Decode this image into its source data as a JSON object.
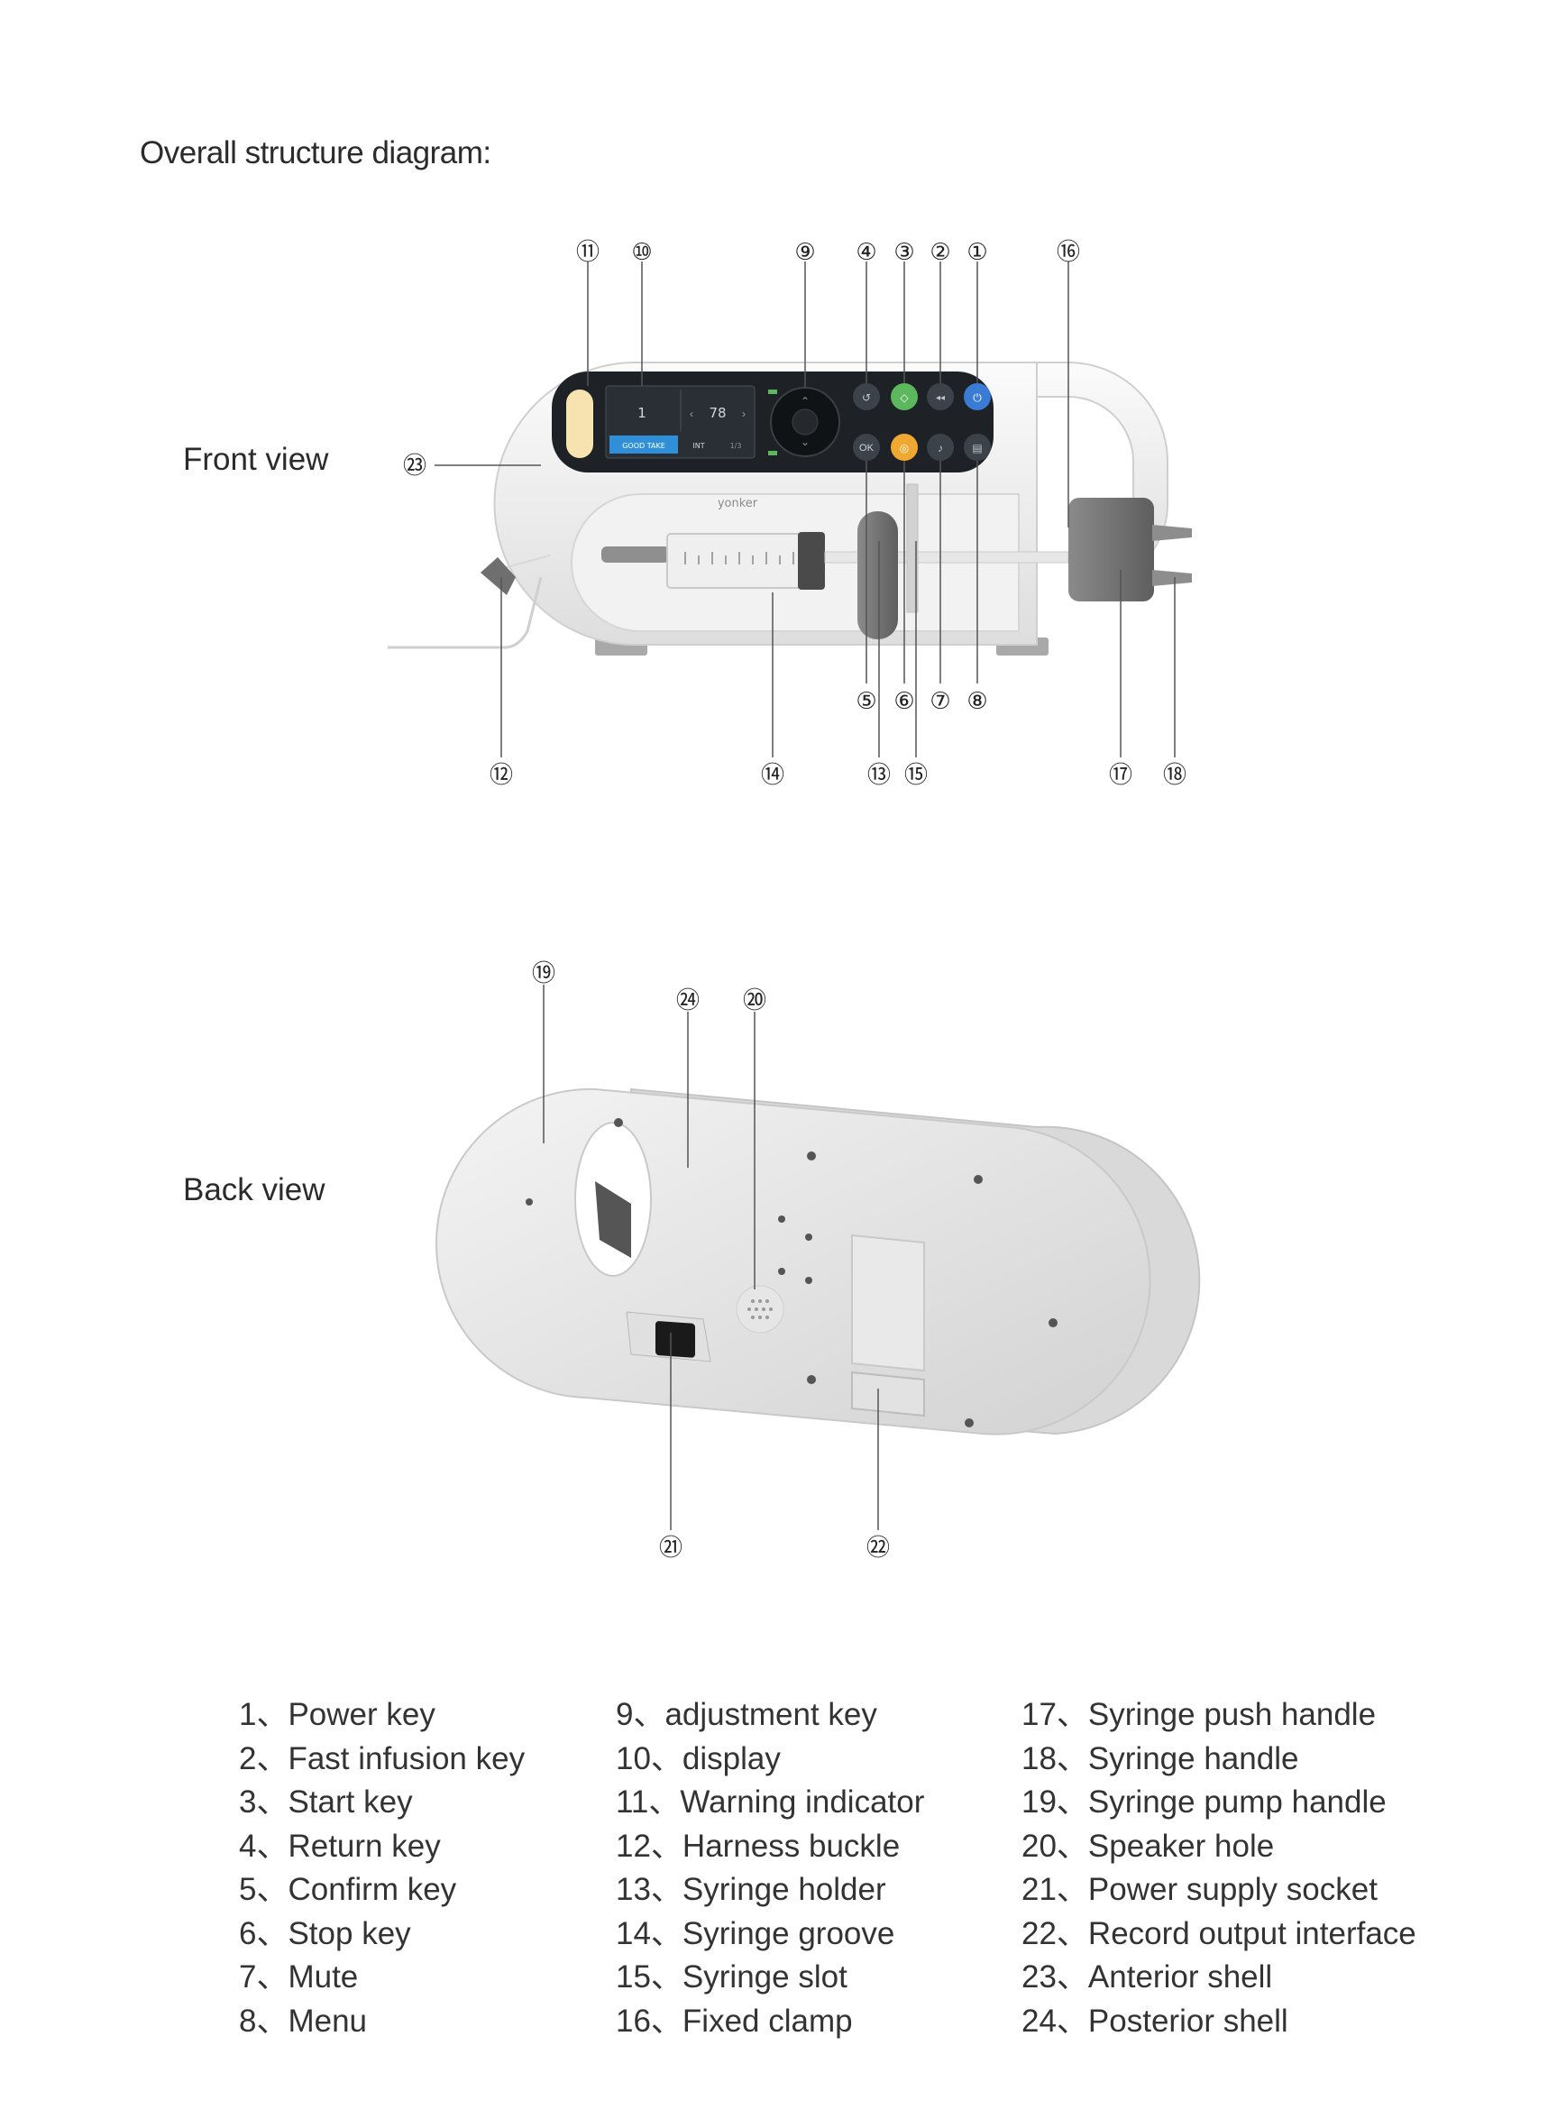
{
  "heading": "Overall structure diagram:",
  "views": {
    "front": "Front  view",
    "back": "Back  view"
  },
  "device": {
    "brand": "yonker",
    "screen": {
      "left_value": "1",
      "center_value": "78",
      "bottom_left": "GOOD TAKE",
      "bottom_mid": "INT",
      "bottom_right": "1/3"
    },
    "ok_label": "OK"
  },
  "callouts": {
    "c1": "①",
    "c2": "②",
    "c3": "③",
    "c4": "④",
    "c5": "⑤",
    "c6": "⑥",
    "c7": "⑦",
    "c8": "⑧",
    "c9": "⑨",
    "c10": "⑩",
    "c11": "⑪",
    "c12": "⑫",
    "c13": "⑬",
    "c14": "⑭",
    "c15": "⑮",
    "c16": "⑯",
    "c17": "⑰",
    "c18": "⑱",
    "c19": "⑲",
    "c20": "⑳",
    "c21": "㉑",
    "c22": "㉒",
    "c23": "㉓",
    "c24": "㉔"
  },
  "legend": {
    "col1": [
      "1、Power key",
      "2、Fast infusion key",
      "3、Start key",
      "4、Return key",
      "5、Confirm key",
      "6、Stop key",
      "7、Mute",
      "8、Menu"
    ],
    "col2": [
      "9、adjustment key",
      "10、display",
      "11、Warning indicator",
      "12、Harness buckle",
      "13、Syringe holder",
      "14、Syringe groove",
      "15、Syringe slot",
      "16、Fixed clamp"
    ],
    "col3": [
      "17、Syringe push handle",
      "18、Syringe handle",
      "19、Syringe pump handle",
      "20、Speaker hole",
      "21、Power supply socket",
      "22、Record output interface",
      "23、Anterior shell",
      "24、Posterior shell"
    ]
  },
  "colors": {
    "start_key": "#5cb85c",
    "stop_key": "#f0a830",
    "power_key": "#3a7bd5",
    "indicator": "#f6e3b0",
    "screen_accent": "#2f8fd8",
    "panel": "#1e2226"
  }
}
